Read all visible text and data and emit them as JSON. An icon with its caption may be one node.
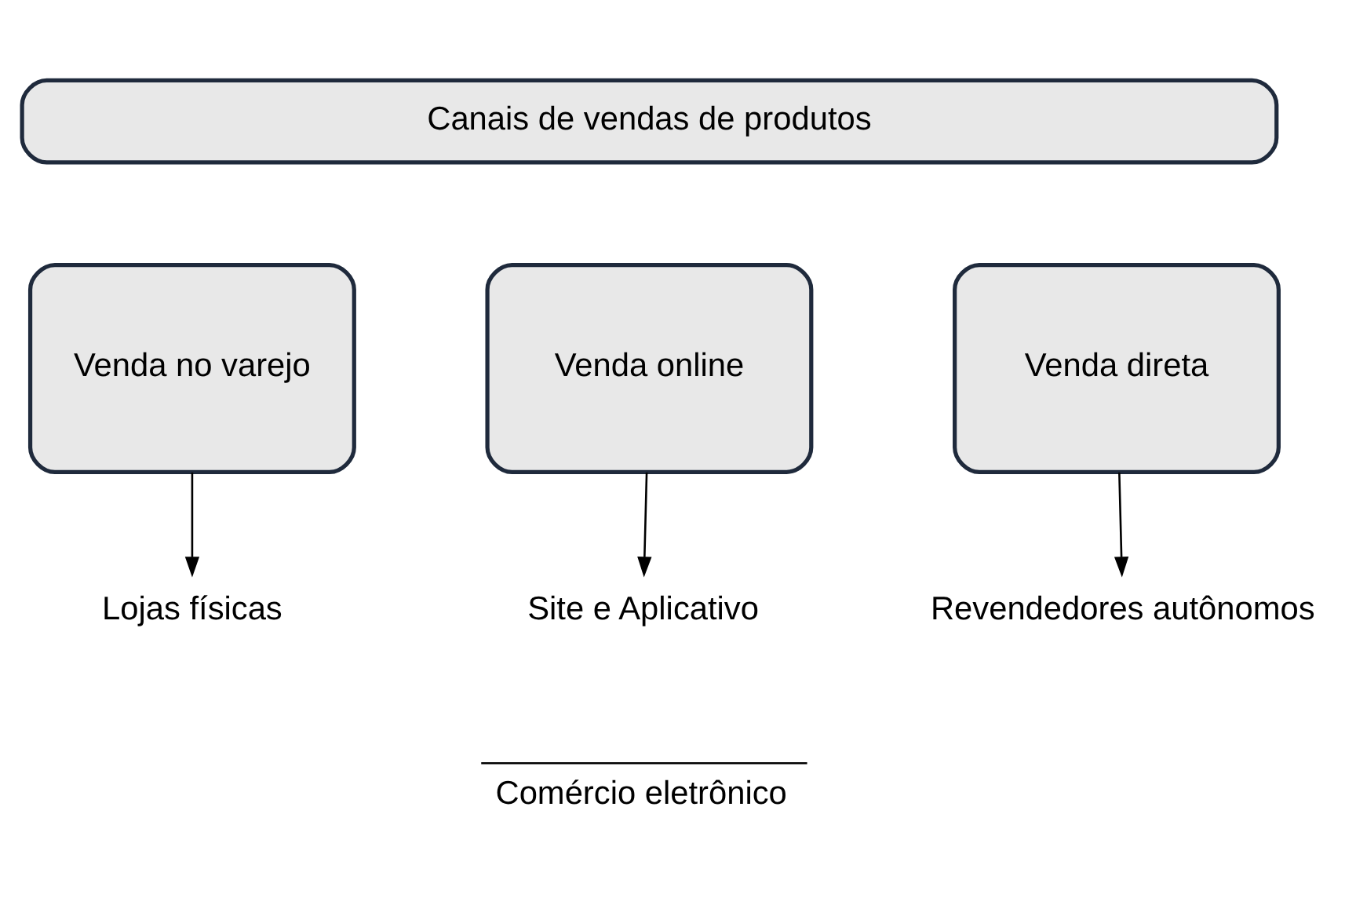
{
  "diagram": {
    "nodes": [
      {
        "text": [
          "Canais de vendas de produtos"
        ]
      },
      {
        "text": [
          "Venda no varejo"
        ]
      },
      {
        "text": [
          "Venda online"
        ]
      },
      {
        "text": [
          "Venda direta"
        ]
      },
      {
        "text": [
          "Lojas físicas"
        ]
      },
      {
        "text": [
          "Site e Aplicativo"
        ]
      },
      {
        "text": [
          "Revendedores autônomos"
        ]
      }
    ],
    "edges": [
      {
        "from": 1,
        "to": 4,
        "arrow": "to"
      },
      {
        "from": 2,
        "to": 5,
        "arrow": "to"
      },
      {
        "from": 3,
        "to": 6,
        "arrow": "to"
      }
    ],
    "labels": [
      "Comércio eletrônico"
    ]
  }
}
